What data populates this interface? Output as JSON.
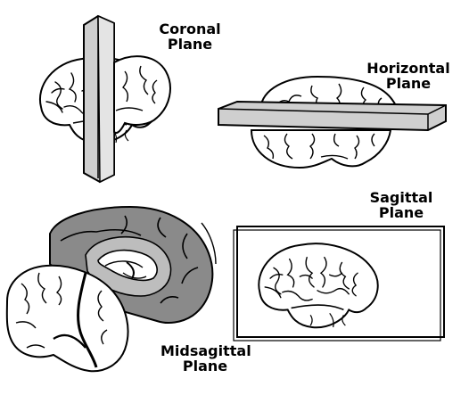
{
  "colors": {
    "ink": "#000000",
    "background": "#ffffff",
    "plane_fill": "#c8c8c8",
    "section_fill": "#8a8a8a",
    "brain_fill": "#ffffff"
  },
  "planes": [
    {
      "id": "coronal",
      "line1": "Coronal",
      "line2": "Plane"
    },
    {
      "id": "horizontal",
      "line1": "Horizontal",
      "line2": "Plane"
    },
    {
      "id": "sagittal",
      "line1": "Sagittal",
      "line2": "Plane"
    },
    {
      "id": "midsagittal",
      "line1": "Midsagittal",
      "line2": "Plane"
    }
  ]
}
